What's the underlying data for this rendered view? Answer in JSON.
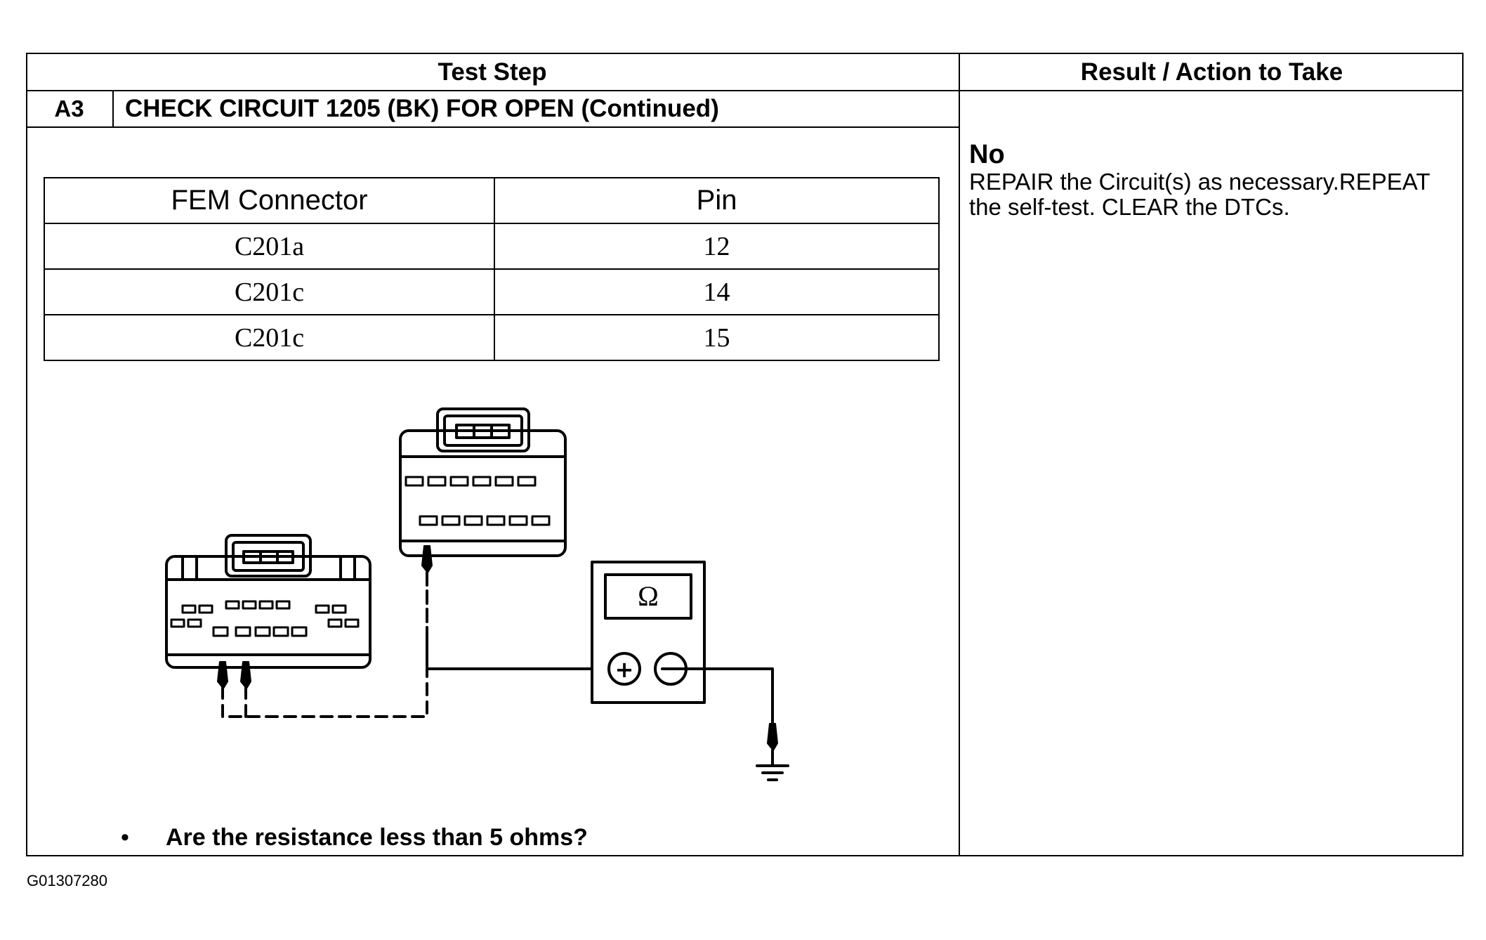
{
  "header": {
    "test_step_label": "Test Step",
    "result_label": "Result / Action to Take"
  },
  "step": {
    "id": "A3",
    "title": "CHECK CIRCUIT 1205 (BK) FOR OPEN (Continued)"
  },
  "pin_table": {
    "headers": [
      "FEM Connector",
      "Pin"
    ],
    "rows": [
      [
        "C201a",
        "12"
      ],
      [
        "C201c",
        "14"
      ],
      [
        "C201c",
        "15"
      ]
    ]
  },
  "diagram": {
    "meter_symbol": "Ω",
    "plus_symbol": "+",
    "minus_symbol": "−",
    "icons": [
      "connector-icon",
      "multimeter-icon",
      "ground-icon"
    ]
  },
  "question": {
    "bullet": "•",
    "text": "Are the resistance less than 5 ohms?"
  },
  "result": {
    "heading": "No",
    "body": "REPAIR the Circuit(s) as necessary.REPEAT the self-test. CLEAR the DTCs."
  },
  "figure_id": "G01307280"
}
